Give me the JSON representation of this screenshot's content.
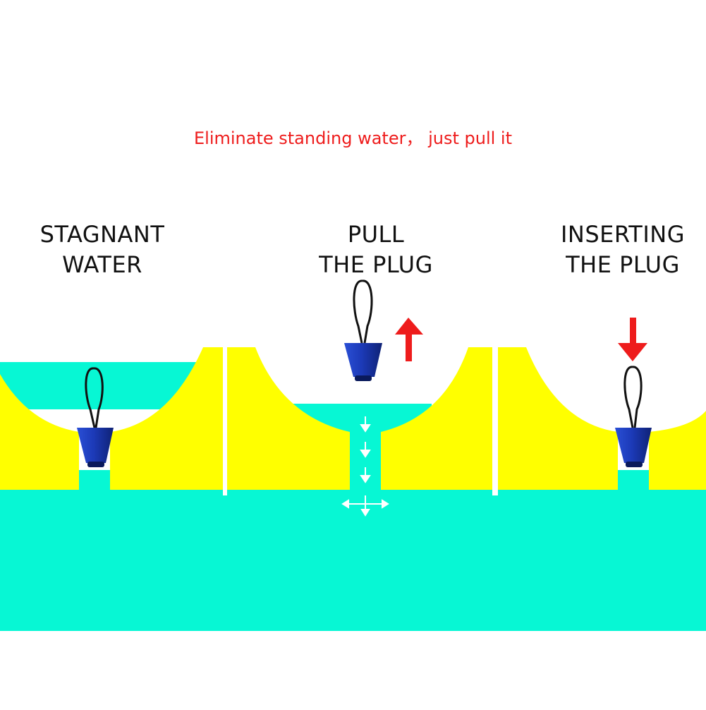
{
  "headline": "Eliminate standing water， just pull it",
  "panels": [
    {
      "label_line1": "STAGNANT",
      "label_line2": "WATER"
    },
    {
      "label_line1": "PULL",
      "label_line2": "THE PLUG"
    },
    {
      "label_line1": "INSERTING",
      "label_line2": "THE PLUG"
    }
  ],
  "colors": {
    "water": "#07f7d4",
    "hull": "#ffff00",
    "plug": "#1c3ab8",
    "plug_dark": "#122580",
    "arrow": "#ee1c1c",
    "flow_arrow": "#ffffff",
    "text": "#111111",
    "headline": "#ee1c1c"
  },
  "icons": {
    "up": "up-arrow-icon",
    "down": "down-arrow-icon",
    "flow": "flow-down-arrow-icon",
    "spread": "spread-arrows-icon"
  }
}
